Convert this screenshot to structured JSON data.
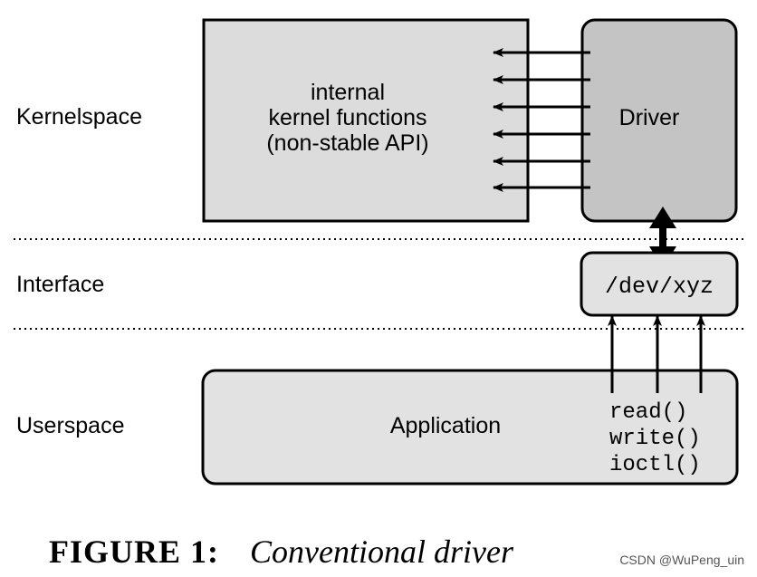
{
  "layers": {
    "kernelspace": "Kernelspace",
    "interface": "Interface",
    "userspace": "Userspace"
  },
  "kernel_box": {
    "lines": [
      "internal",
      "kernel functions",
      "(non-stable API)"
    ]
  },
  "driver_box": {
    "label": "Driver"
  },
  "device_box": {
    "label": "/dev/xyz"
  },
  "application_box": {
    "label": "Application"
  },
  "syscalls": [
    "read()",
    "write()",
    "ioctl()"
  ],
  "caption": {
    "label": "FIGURE 1:",
    "text": "Conventional driver"
  },
  "watermark": "CSDN @WuPeng_uin",
  "colors": {
    "kernel_fill": "#dcdcdc",
    "driver_fill": "#c4c4c4",
    "device_fill": "#e2e2e2",
    "application_fill": "#e2e2e2",
    "stroke": "#000000"
  }
}
